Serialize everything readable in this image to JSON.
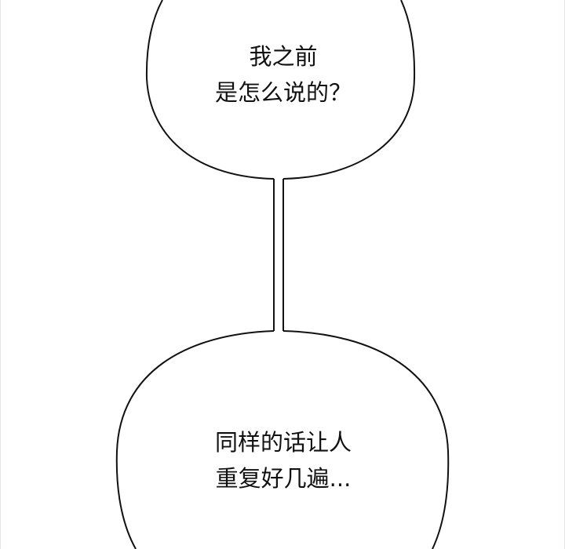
{
  "bubbles": [
    {
      "lines": [
        "我之前",
        "是怎么说的？"
      ]
    },
    {
      "lines": [
        "同样的话让人",
        "重复好几遍..."
      ]
    }
  ],
  "colors": {
    "background": "#ffffff",
    "outline": "#111111",
    "text": "#111111"
  }
}
